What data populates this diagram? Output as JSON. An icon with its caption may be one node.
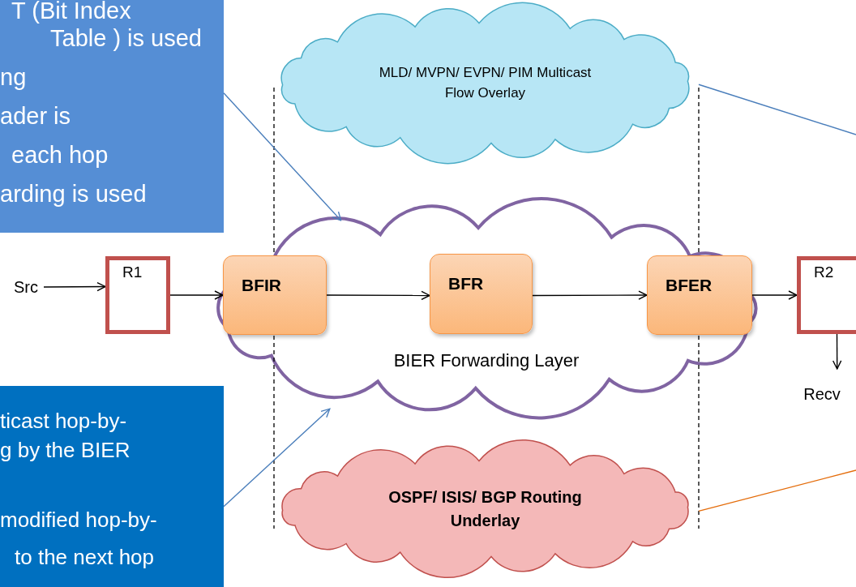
{
  "diagram": {
    "nodes": [
      {
        "text": [
          "T (Bit Index",
          "Table ) is used",
          "ng",
          "ader is",
          "each hop",
          "arding is used"
        ]
      },
      {
        "text": [
          "ticast hop-by-",
          "g by the BIER",
          "modified hop-by-",
          "to the next hop"
        ]
      },
      {
        "text": [
          "MLD/ MVPN/ EVPN/ PIM Multicast Flow Overlay"
        ]
      },
      {
        "text": [
          "BIER Forwarding Layer"
        ]
      },
      {
        "text": [
          "Src"
        ]
      },
      {
        "text": [
          "R1"
        ]
      },
      {
        "text": [
          "BFIR"
        ],
        "in": 3
      },
      {
        "text": [
          "BFR"
        ],
        "in": 3
      },
      {
        "text": [
          "BFER"
        ],
        "in": 3
      },
      {
        "text": [
          "R2"
        ]
      },
      {
        "text": [
          "Recv"
        ]
      },
      {
        "text": [
          "OSPF/ ISIS/ BGP Routing Underlay"
        ]
      }
    ],
    "edges": [
      {
        "from": 0,
        "to": 3,
        "arrow": "to",
        "color": "#4a7ebb"
      },
      {
        "from": 1,
        "to": 3,
        "arrow": "to",
        "color": "#4a7ebb"
      },
      {
        "from": 4,
        "to": 5,
        "arrow": "to"
      },
      {
        "from": 5,
        "to": 6,
        "arrow": "to"
      },
      {
        "from": 6,
        "to": 7,
        "arrow": "to"
      },
      {
        "from": 7,
        "to": 8,
        "arrow": "to"
      },
      {
        "from": 8,
        "to": 9,
        "arrow": "to"
      },
      {
        "from": 9,
        "to": 10,
        "arrow": "to"
      },
      {
        "from": 2,
        "to": null,
        "arrow": "none",
        "color": "#4a7ebb"
      },
      {
        "from": 11,
        "to": null,
        "arrow": "none",
        "color": "#e46c0a"
      }
    ]
  }
}
